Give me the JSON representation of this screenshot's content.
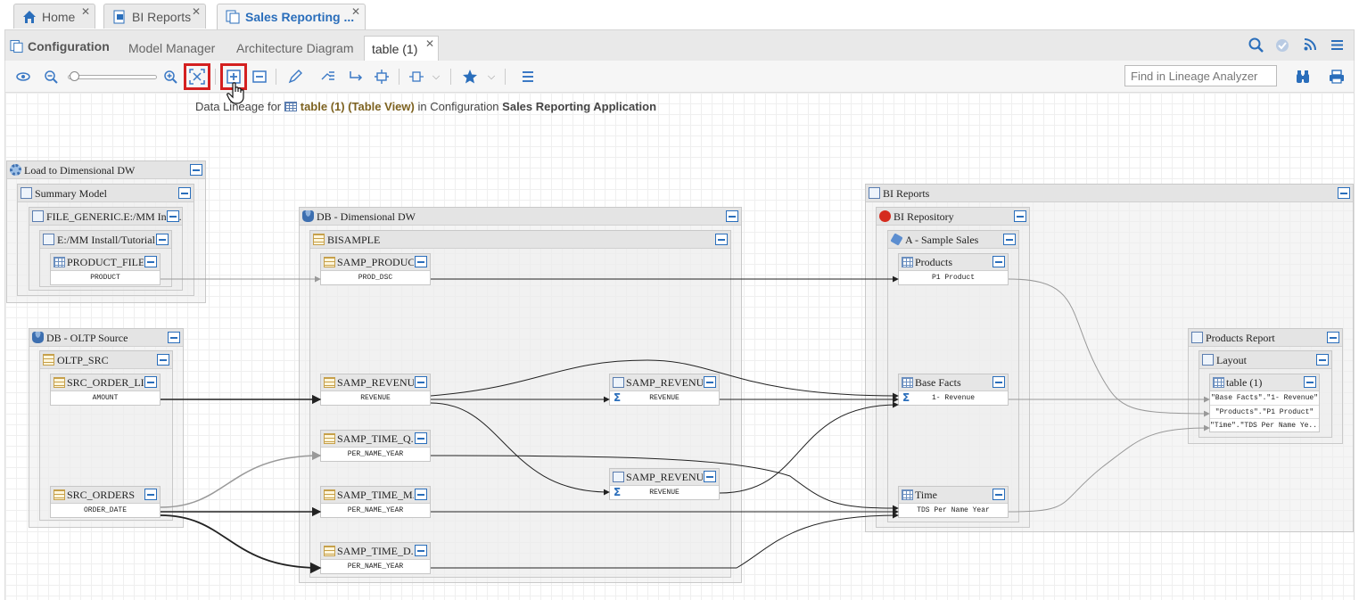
{
  "tabs": [
    {
      "label": "Home",
      "icon": "home-icon"
    },
    {
      "label": "BI Reports",
      "icon": "report-icon"
    },
    {
      "label": "Sales Reporting ...",
      "icon": "configuration-icon"
    }
  ],
  "subtabs": {
    "configuration": "Configuration",
    "model_manager": "Model Manager",
    "architecture_diagram": "Architecture Diagram",
    "active": "table (1)"
  },
  "toolbar": {
    "find_placeholder": "Find in Lineage Analyzer"
  },
  "lineage_title": {
    "prefix": "Data Lineage for",
    "object": "table (1) (Table View)",
    "middle": "in Configuration",
    "config": "Sales Reporting Application"
  },
  "groups": {
    "load_dw": "Load to Dimensional DW",
    "summary_model": "Summary Model",
    "file_generic": "FILE_GENERIC.E:/MM Inst...",
    "mm_install": "E:/MM Install/Tutorial",
    "oltp_source": "DB - OLTP Source",
    "oltp_src": "OLTP_SRC",
    "dimensional_dw": "DB - Dimensional DW",
    "bisample": "BISAMPLE",
    "bi_reports": "BI Reports",
    "bi_repository": "BI Repository",
    "sample_sales": "A - Sample Sales",
    "products_report": "Products Report",
    "layout": "Layout"
  },
  "nodes": {
    "product_file": {
      "title": "PRODUCT_FILE...",
      "cols": [
        "PRODUCT"
      ]
    },
    "src_order_li": {
      "title": "SRC_ORDER_LI...",
      "cols": [
        "AMOUNT"
      ]
    },
    "src_orders": {
      "title": "SRC_ORDERS",
      "cols": [
        "ORDER_DATE"
      ]
    },
    "samp_produc": {
      "title": "SAMP_PRODUC...",
      "cols": [
        "PROD_DSC"
      ]
    },
    "samp_revenu": {
      "title": "SAMP_REVENU...",
      "cols": [
        "REVENUE"
      ]
    },
    "samp_time_q": {
      "title": "SAMP_TIME_Q...",
      "cols": [
        "PER_NAME_YEAR"
      ]
    },
    "samp_time_m": {
      "title": "SAMP_TIME_M...",
      "cols": [
        "PER_NAME_YEAR"
      ]
    },
    "samp_time_d": {
      "title": "SAMP_TIME_D...",
      "cols": [
        "PER_NAME_YEAR"
      ]
    },
    "samp_revenu_v1": {
      "title": "SAMP_REVENU...",
      "cols": [
        "REVENUE"
      ]
    },
    "samp_revenu_v2": {
      "title": "SAMP_REVENU...",
      "cols": [
        "REVENUE"
      ]
    },
    "products": {
      "title": "Products",
      "cols": [
        "P1  Product"
      ]
    },
    "base_facts": {
      "title": "Base Facts",
      "cols": [
        "1- Revenue"
      ]
    },
    "time": {
      "title": "Time",
      "cols": [
        "TDS Per Name Year"
      ]
    },
    "table1": {
      "title": "table (1)",
      "cols": [
        "\"Base Facts\".\"1- Revenue\"",
        "\"Products\".\"P1  Product\"",
        "\"Time\".\"TDS Per Name Ye..."
      ]
    }
  }
}
